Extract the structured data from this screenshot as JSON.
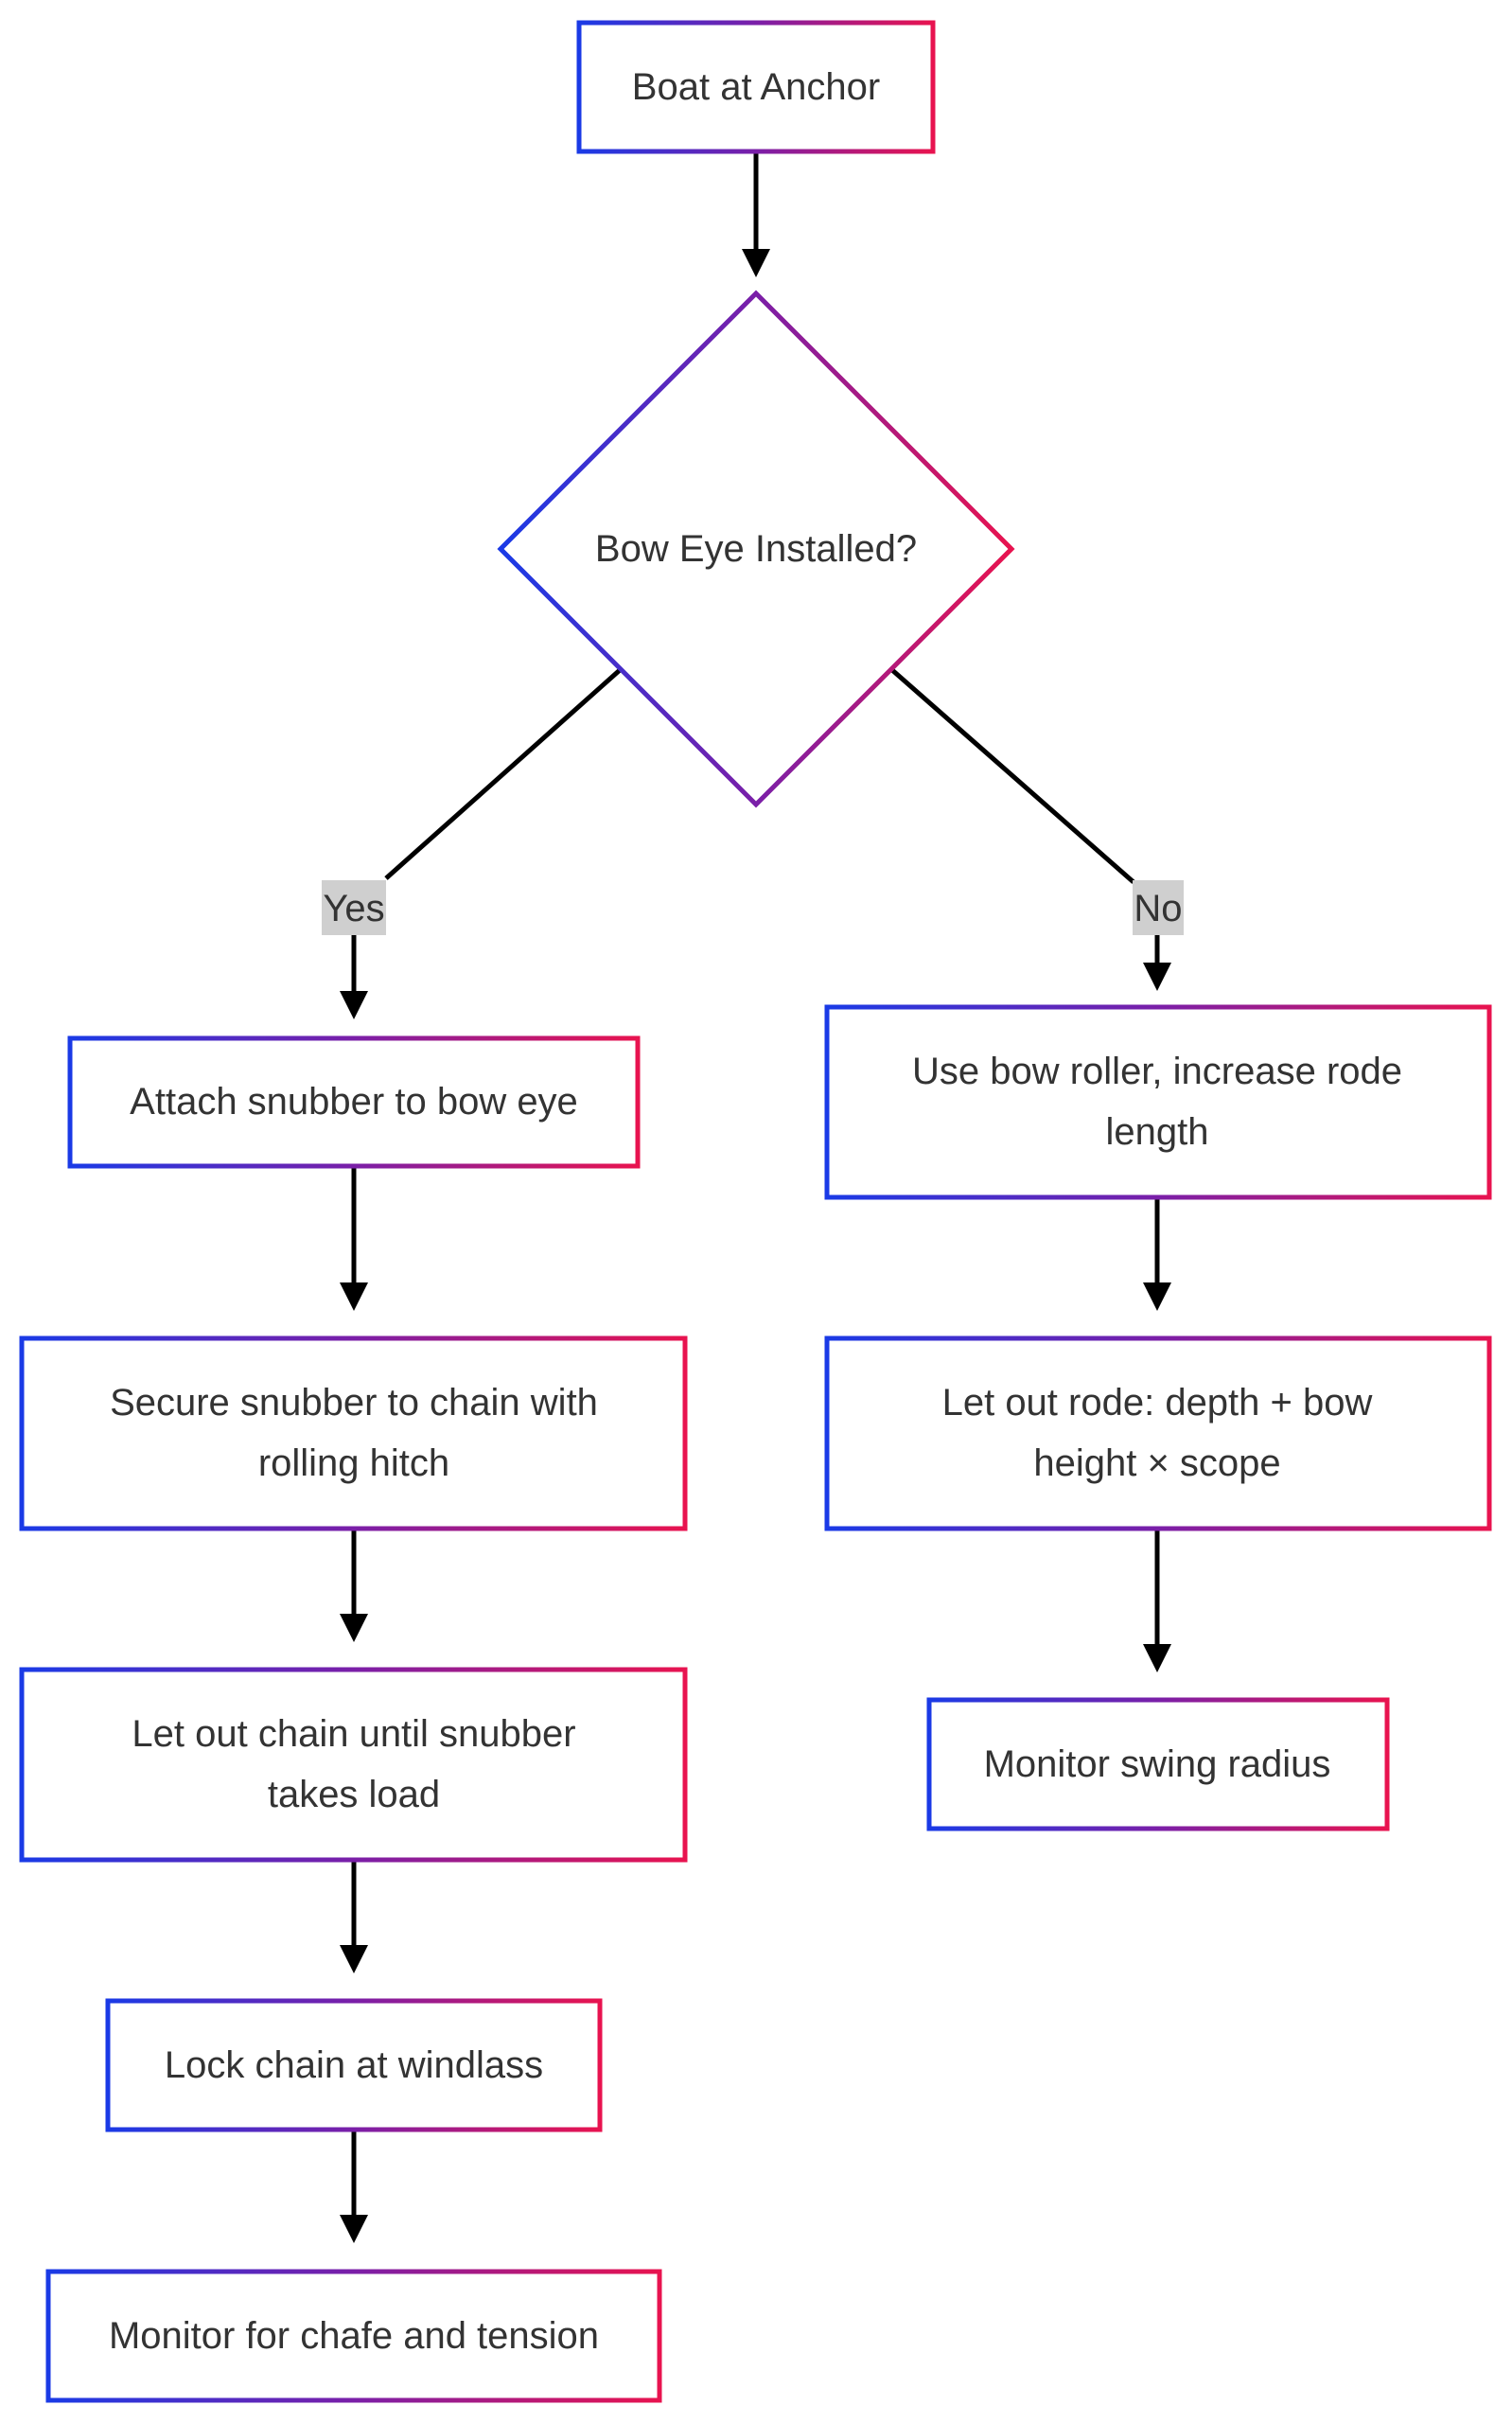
{
  "colors": {
    "gradient_start": "#1a3ae6",
    "gradient_mid": "#7a1fa8",
    "gradient_end": "#e8134f",
    "edge": "#000000",
    "edge_label_bg": "#cfcfcf",
    "text": "#333333"
  },
  "nodes": {
    "start": {
      "label": "Boat at Anchor"
    },
    "decision": {
      "label": "Bow Eye Installed?"
    },
    "yes_1": {
      "label": "Attach snubber to bow eye"
    },
    "yes_2": {
      "line1": "Secure snubber to chain with",
      "line2": "rolling hitch"
    },
    "yes_3": {
      "line1": "Let out chain until snubber",
      "line2": "takes load"
    },
    "yes_4": {
      "label": "Lock chain at windlass"
    },
    "yes_5": {
      "label": "Monitor for chafe and tension"
    },
    "no_1": {
      "line1": "Use bow roller, increase rode",
      "line2": "length"
    },
    "no_2": {
      "line1": "Let out rode: depth + bow",
      "line2": "height × scope"
    },
    "no_3": {
      "label": "Monitor swing radius"
    }
  },
  "edges": {
    "yes_label": "Yes",
    "no_label": "No"
  }
}
